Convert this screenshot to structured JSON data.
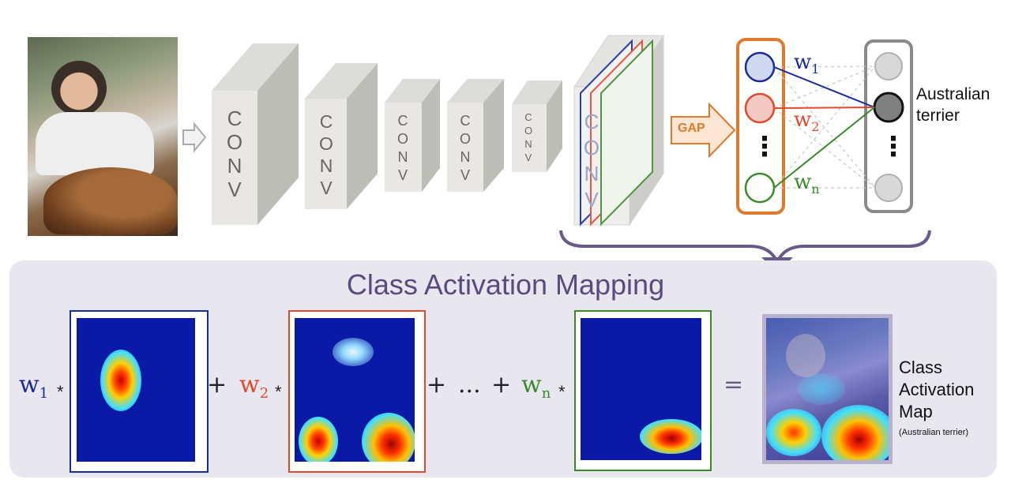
{
  "pipeline": {
    "conv_label": "CONV",
    "gap_label": "GAP",
    "weights": [
      {
        "sym": "w",
        "sub": "1",
        "color": "#1a2a9a"
      },
      {
        "sym": "w",
        "sub": "2",
        "color": "#e04a2a"
      },
      {
        "sym": "w",
        "sub": "n",
        "color": "#3a8a2a"
      }
    ],
    "output_label_line1": "Australian",
    "output_label_line2": "terrier",
    "dots": "⋮"
  },
  "cam": {
    "title": "Class Activation Mapping",
    "ops": {
      "times": "*",
      "plus": "+",
      "ellipsis": "...",
      "equals": "="
    },
    "result_label_lines": [
      "Class",
      "Activation",
      "Map"
    ],
    "result_sub": "(Australian terrier)"
  },
  "colors": {
    "blue": "#1a2a9a",
    "red": "#e04a2a",
    "green": "#3a8a2a",
    "orange": "#e07a2a",
    "purple": "#6a5a8a",
    "panel": "#e8e6ee"
  }
}
